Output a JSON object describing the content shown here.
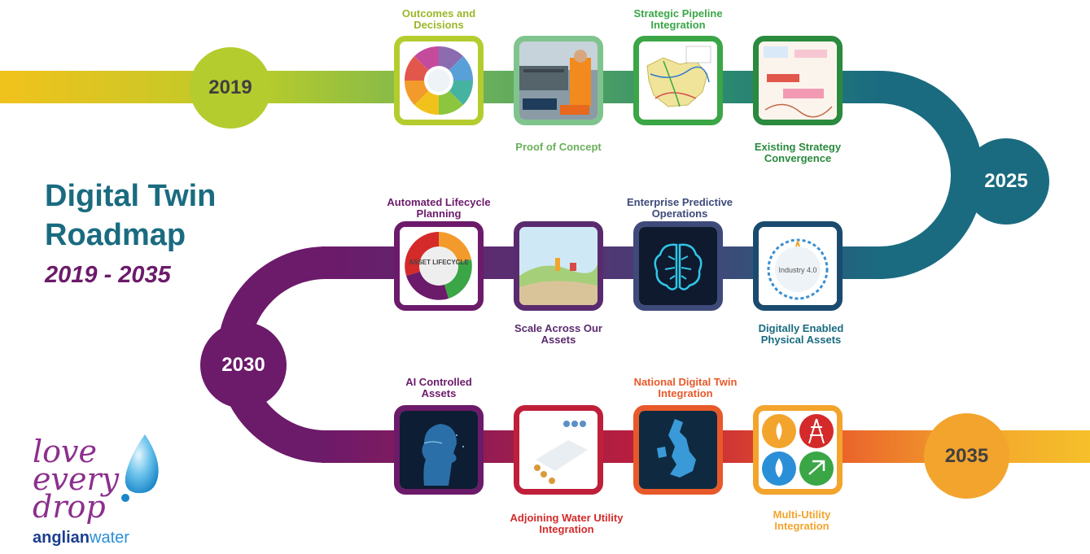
{
  "title": {
    "line1": "Digital Twin",
    "line2": "Roadmap",
    "subtitle": "2019 - 2035"
  },
  "years": {
    "y2019": "2019",
    "y2025": "2025",
    "y2030": "2030",
    "y2035": "2035"
  },
  "milestones": {
    "outcomes": "Outcomes and Decisions",
    "proof": "Proof of Concept",
    "pipeline": "Strategic Pipeline Integration",
    "convergence": "Existing Strategy Convergence",
    "lifecycle": "Automated Lifecycle Planning",
    "scale": "Scale Across Our Assets",
    "predictive": "Enterprise Predictive Operations",
    "digitally": "Digitally Enabled Physical Assets",
    "ai": "AI Controlled Assets",
    "adjoining": "Adjoining Water Utility Integration",
    "national": "National Digital Twin Integration",
    "multi": "Multi-Utility Integration"
  },
  "tile_text": {
    "asset_lifecycle": "ASSET LIFECYCLE",
    "industry": "Industry 4.0"
  },
  "logo": {
    "love": "love",
    "every": "every",
    "drop": "drop",
    "brand_a": "anglian",
    "brand_b": "water"
  },
  "colors": {
    "teal": "#1a6b80",
    "purple": "#6c1a6a",
    "lime": "#b5cc2e",
    "orange": "#f3a42d",
    "red": "#d42a2a",
    "green": "#3aa646",
    "darkgreen": "#2a8a3e",
    "navy": "#1a4b6e"
  }
}
